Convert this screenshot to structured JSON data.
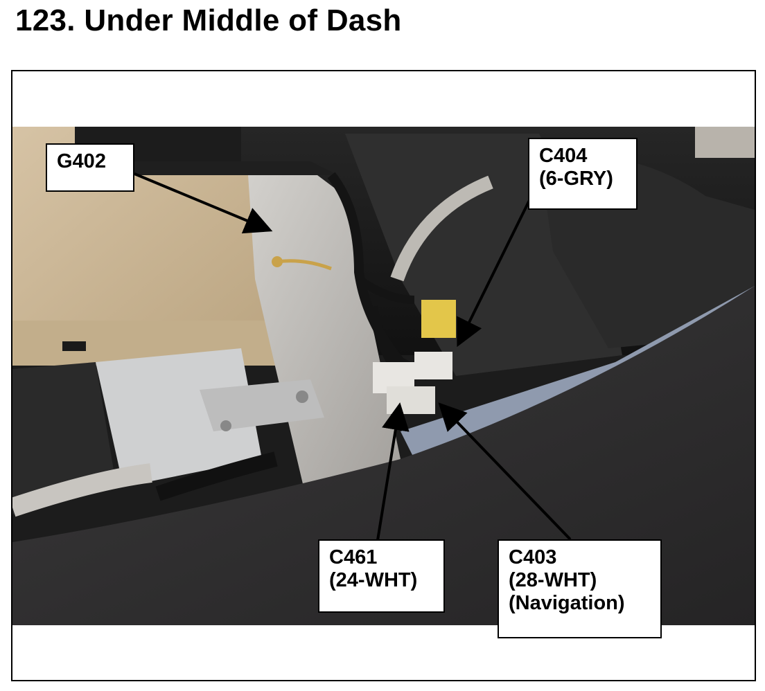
{
  "page": {
    "title": "123.  Under Middle of Dash"
  },
  "figure": {
    "description_colors": {
      "carpet": "#2b2a2b",
      "trim_panel": "#c9b596",
      "metal": "#b9b7b4"
    },
    "callouts": [
      {
        "id": "g402",
        "lines": [
          "G402"
        ]
      },
      {
        "id": "c404",
        "lines": [
          "C404",
          "(6-GRY)"
        ]
      },
      {
        "id": "c461",
        "lines": [
          "C461",
          "(24-WHT)"
        ]
      },
      {
        "id": "c403",
        "lines": [
          "C403",
          "(28-WHT)",
          "(Navigation)"
        ]
      }
    ]
  }
}
